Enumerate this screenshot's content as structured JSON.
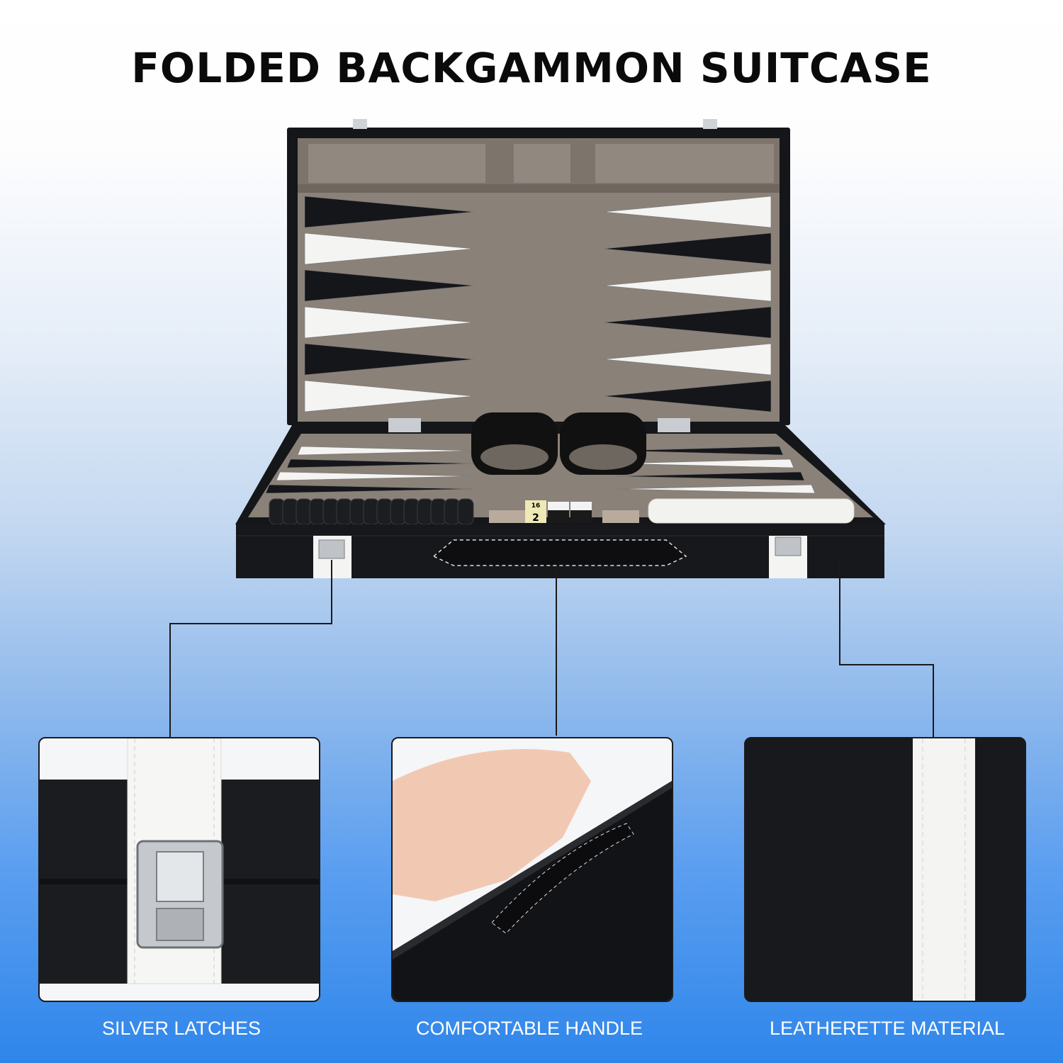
{
  "title": "FOLDED BACKGAMMON SUITCASE",
  "doubling_cube": {
    "top_face": "16",
    "front_face": "2"
  },
  "features": [
    {
      "label": "SILVER LATCHES",
      "icon": "latch-closeup"
    },
    {
      "label": "COMFORTABLE HANDLE",
      "icon": "handle-closeup"
    },
    {
      "label": "LEATHERETTE MATERIAL",
      "icon": "leather-closeup"
    }
  ],
  "colors": {
    "case": "#15161a",
    "felt": "#8a8178",
    "white_point": "#f4f4f2",
    "accent_blue": "#2f86ea"
  }
}
